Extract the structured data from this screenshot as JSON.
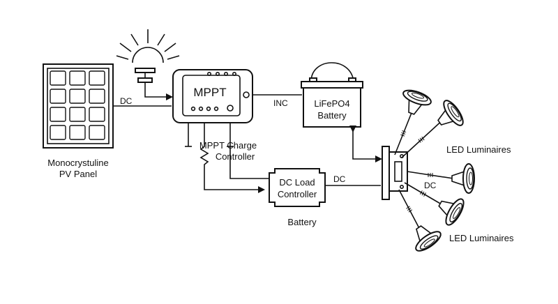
{
  "labels": {
    "panel_name_line1": "Monocrystuline",
    "panel_name_line2": "PV Panel",
    "dc_panel": "DC",
    "mppt": "MPPT",
    "inc": "INC",
    "battery_top_line1": "LiFePO4",
    "battery_top_line2": "Battery",
    "charge_controller_line1": "MPPT Charge",
    "charge_controller_line2": "Controller",
    "dc_load_line1": "DC Load",
    "dc_load_line2": "Controller",
    "battery_bottom": "Battery",
    "dc_load_out": "DC",
    "dc_luminaires": "DC",
    "luminaires_top": "LED Luminaires",
    "luminaires_bottom": "LED Luminaires"
  },
  "colors": {
    "stroke": "#111111",
    "background": "#ffffff"
  }
}
